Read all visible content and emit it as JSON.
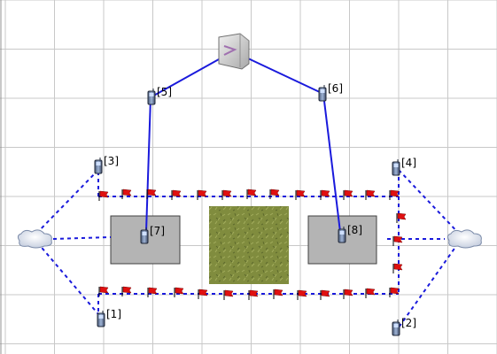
{
  "colors": {
    "background": "#ffffff",
    "grid": "#c8c8c8",
    "wired_link": "#1a1adc",
    "wireless_link": "#1a1adc",
    "flag": "#e01010",
    "building": "#b4b4b4",
    "grass": "#7d8a3c"
  },
  "nodes": [
    {
      "id": "node-1",
      "label": "[1]",
      "icon": "phone-icon"
    },
    {
      "id": "node-2",
      "label": "[2]",
      "icon": "phone-icon"
    },
    {
      "id": "node-3",
      "label": "[3]",
      "icon": "phone-icon"
    },
    {
      "id": "node-4",
      "label": "[4]",
      "icon": "phone-icon"
    },
    {
      "id": "node-5",
      "label": "[5]",
      "icon": "phone-icon"
    },
    {
      "id": "node-6",
      "label": "[6]",
      "icon": "phone-icon"
    },
    {
      "id": "node-7",
      "label": "[7]",
      "icon": "phone-icon"
    },
    {
      "id": "node-8",
      "label": "[8]",
      "icon": "phone-icon"
    }
  ],
  "icons": {
    "router": "router-box-icon",
    "cloud_left": "cloud-icon",
    "cloud_right": "cloud-icon",
    "flag": "flag-icon",
    "field": "grass-field-icon",
    "building": "building-icon"
  }
}
